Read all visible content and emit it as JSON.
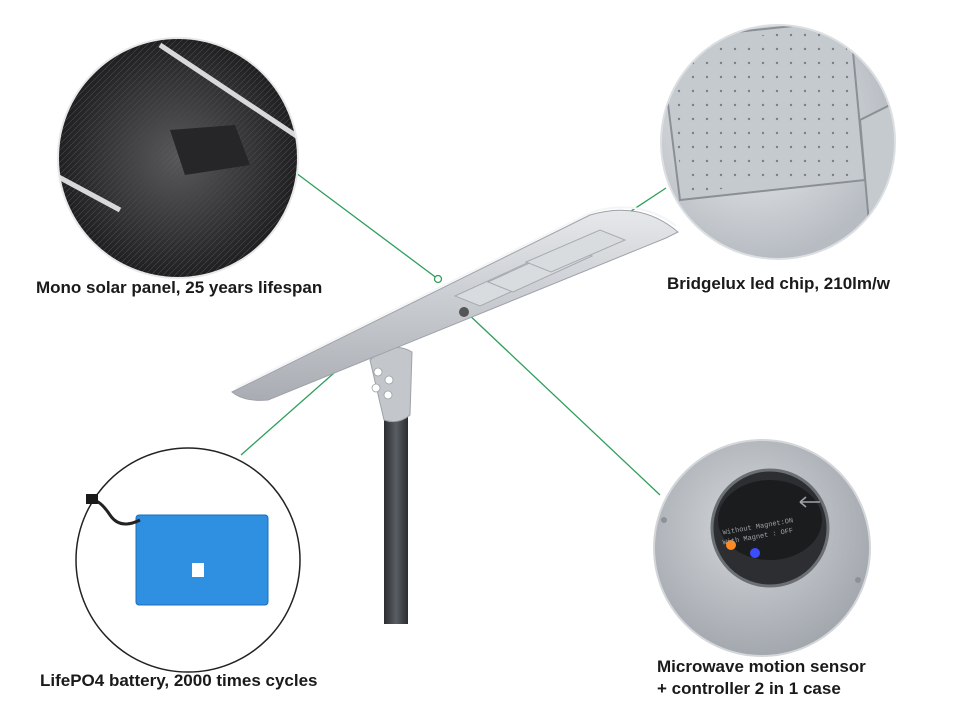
{
  "captions": {
    "solar_panel": "Mono solar panel, 25 years lifespan",
    "led_chip": "Bridgelux led chip, 210lm/w",
    "battery": "LifePO4 battery, 2000 times cycles",
    "sensor_line1": "Microwave motion sensor",
    "sensor_line2": "+ controller 2 in 1 case"
  },
  "sensor_label": {
    "line1": "Without Magnet:ON",
    "line2": "With Magnet : OFF"
  },
  "colors": {
    "leader_line": "#2f9e5b",
    "battery_blue": "#2f8fe0",
    "housing_silver": "#c9cdd2",
    "pole": "#3a3d42"
  }
}
